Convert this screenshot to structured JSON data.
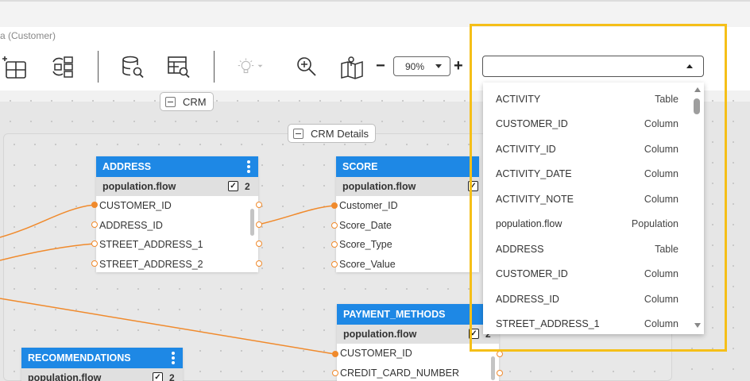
{
  "breadcrumb": "a (Customer)",
  "toolbar": {
    "icons": [
      "add-table-icon",
      "auto-layout-icon",
      "database-search-icon",
      "table-search-icon",
      "lightbulb-icon",
      "zoom-in-icon",
      "map-icon"
    ],
    "zoom_value": "90%",
    "zoom_minus": "−",
    "zoom_plus": "+"
  },
  "search": {
    "value": "",
    "placeholder": ""
  },
  "dropdown": {
    "items": [
      {
        "name": "ACTIVITY",
        "type": "Table"
      },
      {
        "name": "CUSTOMER_ID",
        "type": "Column"
      },
      {
        "name": "ACTIVITY_ID",
        "type": "Column"
      },
      {
        "name": "ACTIVITY_DATE",
        "type": "Column"
      },
      {
        "name": "ACTIVITY_NOTE",
        "type": "Column"
      },
      {
        "name": "population.flow",
        "type": "Population"
      },
      {
        "name": "ADDRESS",
        "type": "Table"
      },
      {
        "name": "CUSTOMER_ID",
        "type": "Column"
      },
      {
        "name": "ADDRESS_ID",
        "type": "Column"
      },
      {
        "name": "STREET_ADDRESS_1",
        "type": "Column"
      }
    ]
  },
  "groups": {
    "crm": "CRM",
    "crm_details": "CRM Details"
  },
  "entities": {
    "address": {
      "title": "ADDRESS",
      "population": "population.flow",
      "count": "2",
      "rows": [
        "CUSTOMER_ID",
        "ADDRESS_ID",
        "STREET_ADDRESS_1",
        "STREET_ADDRESS_2"
      ]
    },
    "score": {
      "title": "SCORE",
      "population": "population.flow",
      "rows": [
        "Customer_ID",
        "Score_Date",
        "Score_Type",
        "Score_Value"
      ]
    },
    "payment_methods": {
      "title": "PAYMENT_METHODS",
      "population": "population.flow",
      "count": "2",
      "rows": [
        "CUSTOMER_ID",
        "CREDIT_CARD_NUMBER"
      ]
    },
    "recommendations": {
      "title": "RECOMMENDATIONS",
      "population": "population.flow",
      "count": "2"
    }
  },
  "colors": {
    "header_blue": "#1e88e5",
    "link_orange": "#f08a2c",
    "highlight_yellow": "#f5bf18"
  }
}
